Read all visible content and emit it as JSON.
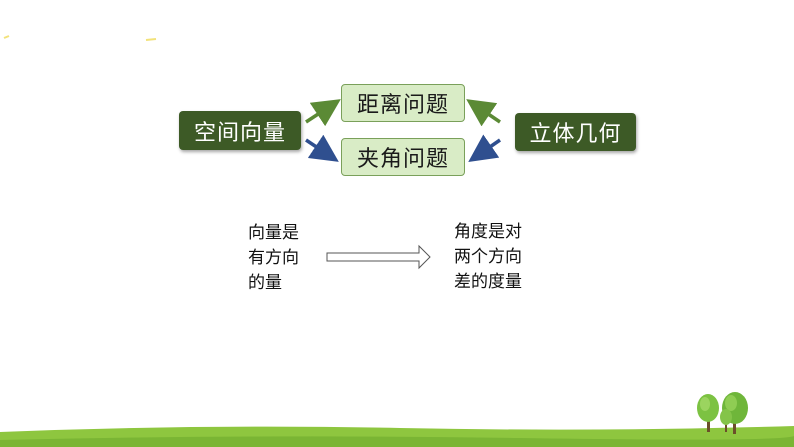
{
  "diagram": {
    "left_box": "空间向量",
    "right_box": "立体几何",
    "top_box": "距离问题",
    "bottom_box": "夹角问题"
  },
  "notes": {
    "left_lines": [
      "向量是",
      "有方向",
      "的量"
    ],
    "right_lines": [
      "角度是对",
      "两个方向",
      "差的度量"
    ]
  },
  "colors": {
    "dark_box": "#3d5a26",
    "light_box": "#d9ecc6",
    "green_arrow": "#5b8a35",
    "blue_arrow": "#2f4f8f",
    "grass": "#8ec63f",
    "tree": "#7cc242"
  }
}
